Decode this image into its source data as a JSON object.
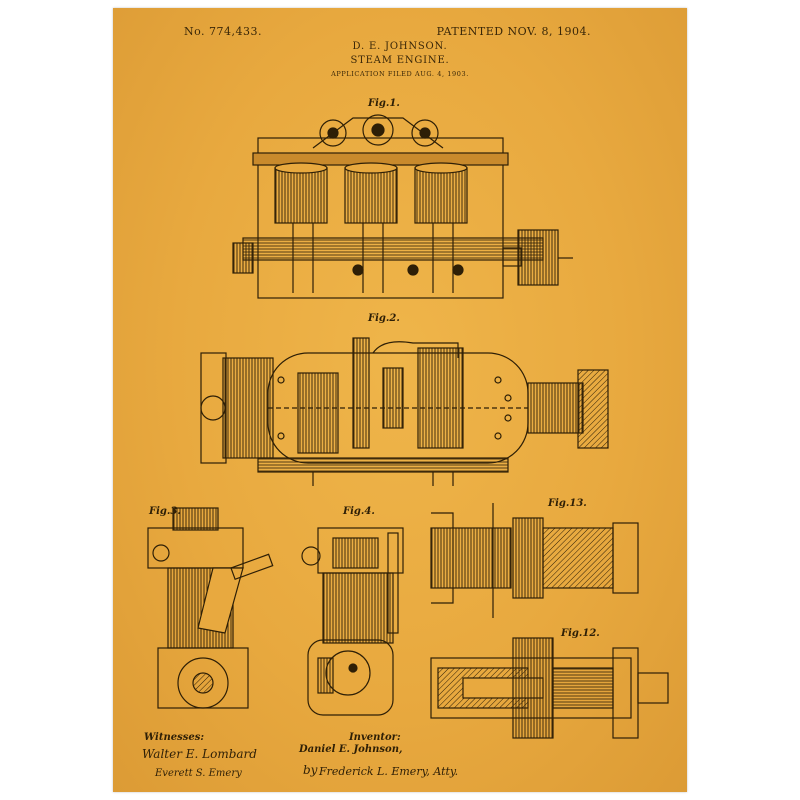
{
  "header": {
    "patent_number": "No. 774,433.",
    "patent_date": "PATENTED NOV. 8, 1904.",
    "inventor_name": "D. E. JOHNSON.",
    "title": "STEAM ENGINE.",
    "application": "APPLICATION FILED AUG. 4, 1903."
  },
  "figures": {
    "fig1": "Fig.1.",
    "fig2": "Fig.2.",
    "fig3": "Fig.3.",
    "fig4": "Fig.4.",
    "fig13": "Fig.13.",
    "fig12": "Fig.12."
  },
  "signatures": {
    "witnesses_label": "Witnesses:",
    "witness_1": "Walter E. Lombard",
    "witness_2": "Everett S. Emery",
    "inventor_label": "Inventor:",
    "inventor_name": "Daniel E. Johnson,",
    "by": "by",
    "attorney": "Frederick L. Emery, Atty."
  },
  "colors": {
    "paper": "#e8a93f",
    "ink": "#2e1f06"
  }
}
